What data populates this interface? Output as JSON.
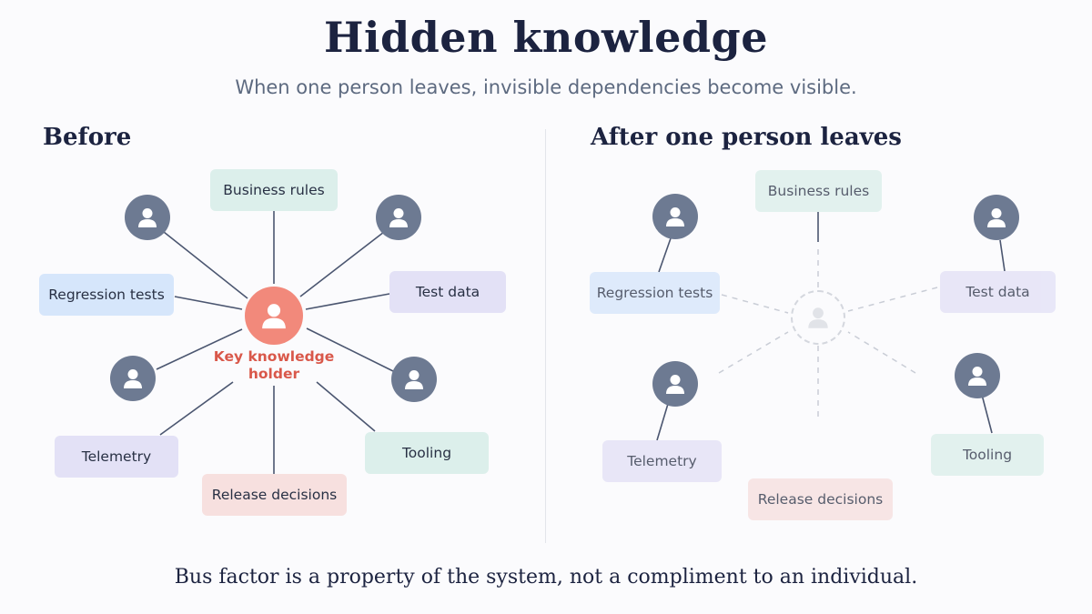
{
  "title": "Hidden knowledge",
  "subtitle": "When one person leaves, invisible dependencies become visible.",
  "before": {
    "heading": "Before",
    "hub_label": "Key knowledge holder",
    "boxes": {
      "business_rules": "Business rules",
      "regression_tests": "Regression tests",
      "test_data": "Test data",
      "telemetry": "Telemetry",
      "tooling": "Tooling",
      "release_decisions": "Release decisions"
    }
  },
  "after": {
    "heading": "After one person leaves",
    "boxes": {
      "business_rules": "Business rules",
      "regression_tests": "Regression tests",
      "test_data": "Test data",
      "telemetry": "Telemetry",
      "tooling": "Tooling",
      "release_decisions": "Release decisions"
    }
  },
  "footer": "Bus factor is a property of the system, not a compliment to an individual.",
  "colors": {
    "hub": "#f2897b",
    "hub_label": "#d9584a",
    "person": "#6d7a92",
    "mint": "#dcefeb",
    "blue": "#d6e6fb",
    "lavender": "#e3e1f6",
    "pink": "#f7e0df"
  },
  "icons": [
    "person-icon",
    "key-holder-icon",
    "missing-person-icon"
  ]
}
